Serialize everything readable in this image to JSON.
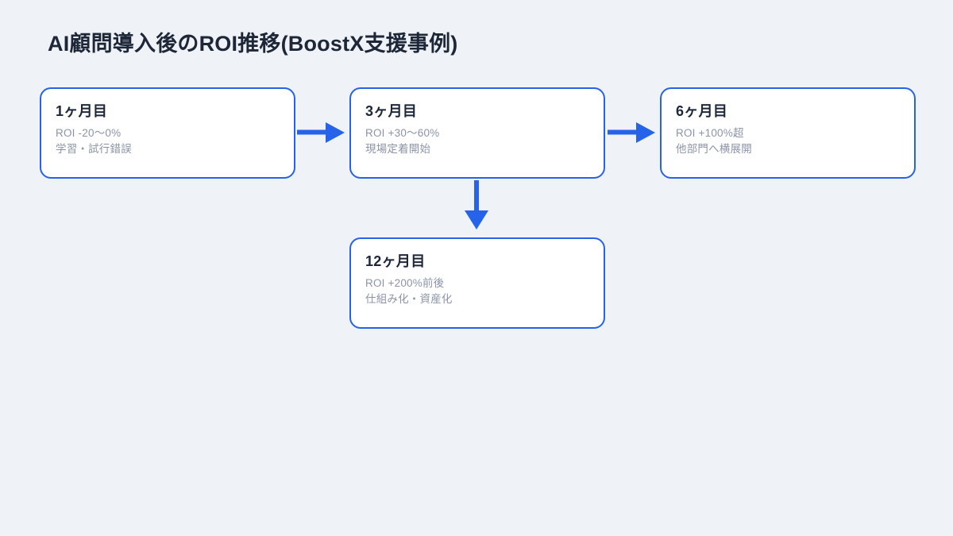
{
  "slide": {
    "title": "AI顧問導入後のROI推移(BoostX支援事例)",
    "background_color": "#eff2f7",
    "accent_color": "#2563eb",
    "title_color": "#1d2738",
    "body_text_color": "#8b94a7"
  },
  "cards": [
    {
      "id": "card-1",
      "title": "1ヶ月目",
      "lines": [
        "ROI -20〜0%",
        "学習・試行錯誤"
      ]
    },
    {
      "id": "card-2",
      "title": "3ヶ月目",
      "lines": [
        "ROI +30〜60%",
        "現場定着開始"
      ]
    },
    {
      "id": "card-3",
      "title": "6ヶ月目",
      "lines": [
        "ROI +100%超",
        "他部門へ横展開"
      ]
    },
    {
      "id": "card-4",
      "title": "12ヶ月目",
      "lines": [
        "ROI +200%前後",
        "仕組み化・資産化"
      ]
    }
  ],
  "arrows": [
    {
      "id": "arrow-1-2",
      "icon": "arrow-right-icon",
      "from": "1ヶ月目",
      "to": "3ヶ月目",
      "direction": "right"
    },
    {
      "id": "arrow-2-3",
      "icon": "arrow-right-icon",
      "from": "3ヶ月目",
      "to": "6ヶ月目",
      "direction": "right"
    },
    {
      "id": "arrow-2-4",
      "icon": "arrow-down-icon",
      "from": "3ヶ月目",
      "to": "12ヶ月目",
      "direction": "down"
    }
  ]
}
